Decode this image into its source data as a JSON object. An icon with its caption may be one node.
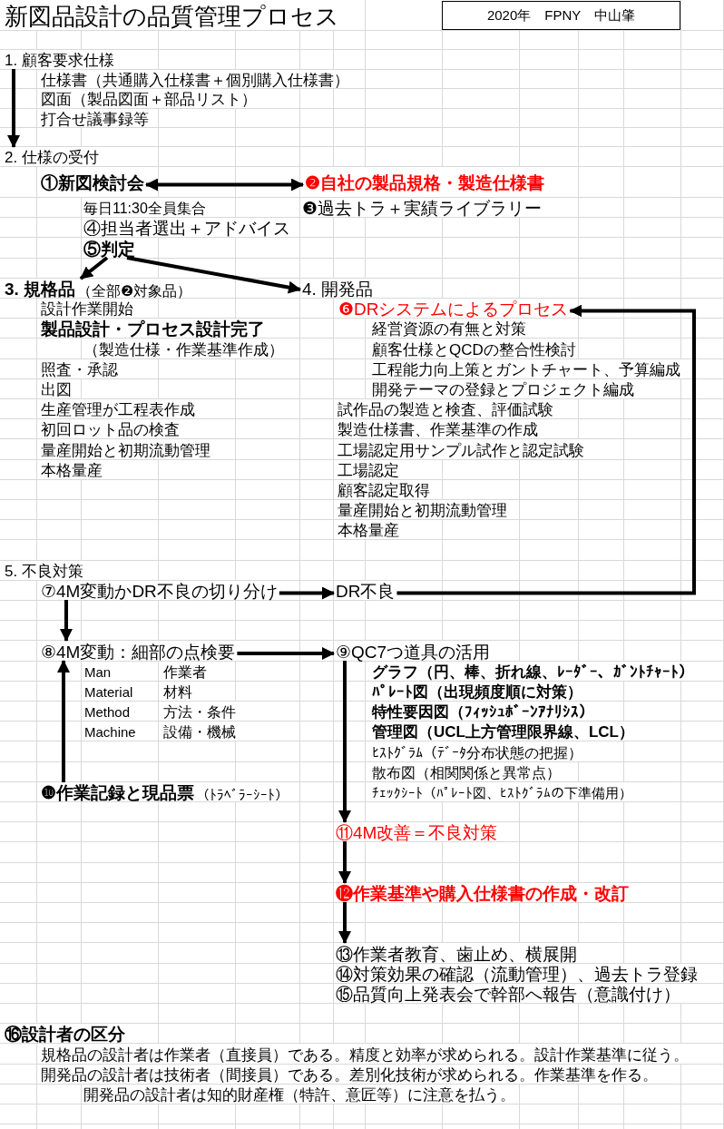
{
  "diagram": {
    "title": "新図品設計の品質管理プロセス",
    "nodes": [
      {
        "text": [
          "2020年　FPNY　中山肇"
        ]
      },
      {
        "text": [
          "1. 顧客要求仕様"
        ]
      },
      {
        "text": [
          "2. 仕様の受付"
        ]
      },
      {
        "text": [
          "①新図検討会"
        ]
      },
      {
        "text": [
          "❷自社の製品規格・製造仕様書"
        ]
      },
      {
        "text": [
          "⑤判定"
        ]
      },
      {
        "text": [
          "3. 規格品",
          "（全部❷対象品）"
        ]
      },
      {
        "text": [
          "4. 開発品"
        ]
      },
      {
        "text": [
          "❻DRシステムによるプロセス"
        ]
      },
      {
        "text": [
          "⑦4M変動かDR不良の切り分け"
        ]
      },
      {
        "text": [
          "DR不良"
        ]
      },
      {
        "text": [
          "⑧4M変動：細部の点検要"
        ]
      },
      {
        "text": [
          "⑨QC7つ道具の活用"
        ]
      },
      {
        "text": [
          "❿作業記録と現品票",
          "（ﾄﾗﾍﾞﾗｰｼｰﾄ）"
        ]
      },
      {
        "text": [
          "⑪4M改善＝不良対策"
        ]
      },
      {
        "text": [
          "⓬作業基準や購入仕様書の作成・改訂"
        ]
      },
      {
        "text": [
          "⑬作業者教育、歯止め、横展開"
        ]
      }
    ],
    "edges": [
      {
        "from": 1,
        "to": 2,
        "arrow": "to"
      },
      {
        "from": 3,
        "to": 4,
        "arrow": "both"
      },
      {
        "from": 5,
        "to": 6,
        "arrow": "to"
      },
      {
        "from": 5,
        "to": 7,
        "arrow": "to"
      },
      {
        "from": 9,
        "to": 10,
        "arrow": "to"
      },
      {
        "from": 10,
        "to": 8,
        "arrow": "to"
      },
      {
        "from": 9,
        "to": 11,
        "arrow": "to"
      },
      {
        "from": 11,
        "to": 12,
        "arrow": "to"
      },
      {
        "from": 13,
        "to": 11,
        "arrow": "to"
      },
      {
        "from": 12,
        "to": 14,
        "arrow": "to"
      },
      {
        "from": 14,
        "to": 15,
        "arrow": "to"
      },
      {
        "from": 15,
        "to": 16,
        "arrow": "to"
      }
    ],
    "labels": [
      "仕様書（共通購入仕様書＋個別購入仕様書）",
      "図面（製品図面＋部品リスト）",
      "打合せ議事録等",
      "毎日11:30全員集合",
      "❸過去トラ＋実績ライブラリー",
      "④担当者選出＋アドバイス",
      "設計作業開始",
      "製品設計・プロセス設計完了",
      "（製造仕様・作業基準作成）",
      "経営資源の有無と対策",
      "顧客仕様とQCDの整合性検討",
      "照査・承認",
      "工程能力向上策とガントチャート、予算編成",
      "出図",
      "開発テーマの登録とプロジェクト編成",
      "生産管理が工程表作成",
      "試作品の製造と検査、評価試験",
      "初回ロット品の検査",
      "製造仕様書、作業基準の作成",
      "量産開始と初期流動管理",
      "工場認定用サンプル試作と認定試験",
      "本格量産",
      "工場認定",
      "顧客認定取得",
      "量産開始と初期流動管理",
      "本格量産",
      "5. 不良対策",
      "Man",
      "作業者",
      "グラフ（円、棒、折れ線、ﾚｰﾀﾞｰ、ｶﾞﾝﾄﾁｬｰﾄ）",
      "Material",
      "材料",
      "ﾊﾟﾚｰﾄ図（出現頻度順に対策）",
      "Method",
      "方法・条件",
      "特性要因図（ﾌｨｯｼｭﾎﾞｰﾝｱﾅﾘｼｽ）",
      "Machine",
      "設備・機械",
      "管理図（UCL上方管理限界線、LCL）",
      "ﾋｽﾄｸﾞﾗﾑ（ﾃﾞｰﾀ分布状態の把握）",
      "散布図（相関関係と異常点）",
      "ﾁｪｯｸｼｰﾄ（ﾊﾟﾚｰﾄ図、ﾋｽﾄｸﾞﾗﾑの下準備用）",
      "⑭対策効果の確認（流動管理）、過去トラ登録",
      "⑮品質向上発表会で幹部へ報告（意識付け）",
      "⑯設計者の区分",
      "規格品の設計者は作業者（直接員）である。精度と効率が求められる。設計作業基準に従う。",
      "開発品の設計者は技術者（間接員）である。差別化技術が求められる。作業基準を作る。",
      "開発品の設計者は知的財産権（特許、意匠等）に注意を払う。"
    ]
  }
}
